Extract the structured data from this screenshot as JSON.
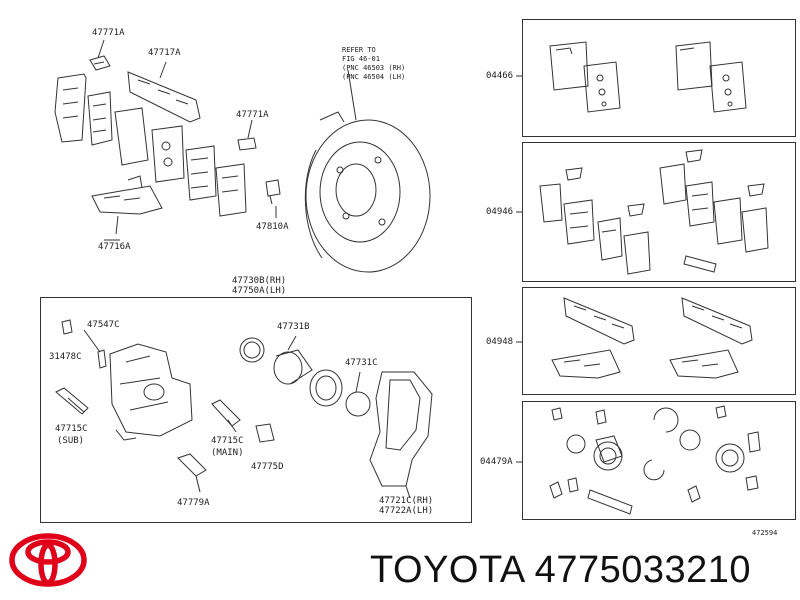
{
  "top_labels": {
    "p47771a_top": "47771A",
    "p47717a": "47717A",
    "p47771a_mid": "47771A",
    "p47716a": "47716A",
    "p47810a": "47810A",
    "refer_line1": "REFER TO",
    "refer_line2": "FIG 46-01",
    "refer_line3": "(PNC 46503 (RH)",
    "refer_line4": "(PNC 46504 (LH)"
  },
  "caliper_box": {
    "header_line1": "47730B(RH)",
    "header_line2": "47750A(LH)",
    "p47547c": "47547C",
    "p31478c": "31478C",
    "p47715c_sub_line1": "47715C",
    "p47715c_sub_line2": "(SUB)",
    "p47731b": "47731B",
    "p47731c": "47731C",
    "p47715c_main_line1": "47715C",
    "p47715c_main_line2": "(MAIN)",
    "p47775d": "47775D",
    "p47779a": "47779A",
    "p47721c": "47721C(RH)",
    "p47722a": "47722A(LH)"
  },
  "kits": [
    {
      "code": "04466"
    },
    {
      "code": "04946"
    },
    {
      "code": "04948"
    },
    {
      "code": "04479A"
    }
  ],
  "diagram_id": "472594",
  "brand": "TOYOTA 4775033210",
  "colors": {
    "logo_red": "#e0001a",
    "line": "#333333"
  }
}
